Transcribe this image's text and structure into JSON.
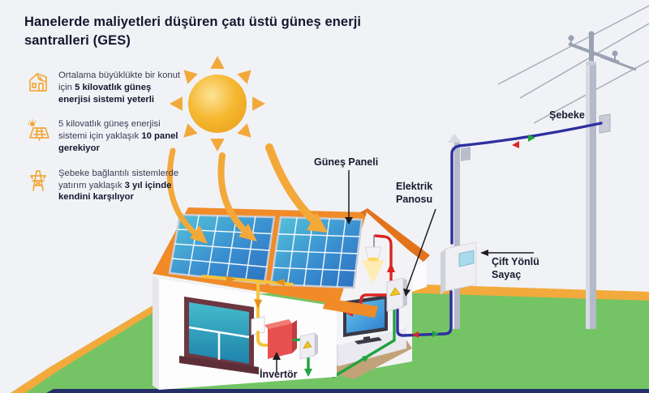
{
  "title": "Hanelerde maliyetleri düşüren çatı üstü güneş enerji santralleri (GES)",
  "bullets": [
    {
      "icon": "solar-house-icon",
      "normal": "Ortalama büyüklükte bir konut için ",
      "bold": "5 kilovatlık güneş enerjisi sistemi yeterli"
    },
    {
      "icon": "solar-panel-sun-icon",
      "normal": "5 kilovatlık güneş enerjisi sistemi için yaklaşık ",
      "bold": "10 panel gerekiyor"
    },
    {
      "icon": "power-tower-icon",
      "normal": "Şebeke bağlantılı sistemlerde yatırım yaklaşık ",
      "bold": "3 yıl içinde kendini karşılıyor"
    }
  ],
  "labels": {
    "solar_panel": "Güneş Paneli",
    "electric_panel": "Elektrik Panosu",
    "grid": "Şebeke",
    "meter": "Çift Yönlü Sayaç",
    "inverter": "İnvertör"
  },
  "colors": {
    "bg": "#f1f2f6",
    "ink": "#16162e",
    "body": "#3c3c52",
    "accent_orange": "#f2a93b",
    "roof": "#f08b28",
    "roof_dark": "#e2731c",
    "grass": "#74c465",
    "edge_orange": "#f2aa3c",
    "navy": "#232e6b",
    "cable_red": "#df2420",
    "cable_green": "#23a33f",
    "cable_blue": "#2d2f9f",
    "cable_yellow": "#f6c33e",
    "inverter_red": "#e85050",
    "pole": "#c3c8d5",
    "screen_blue": "#a9d9ec"
  }
}
